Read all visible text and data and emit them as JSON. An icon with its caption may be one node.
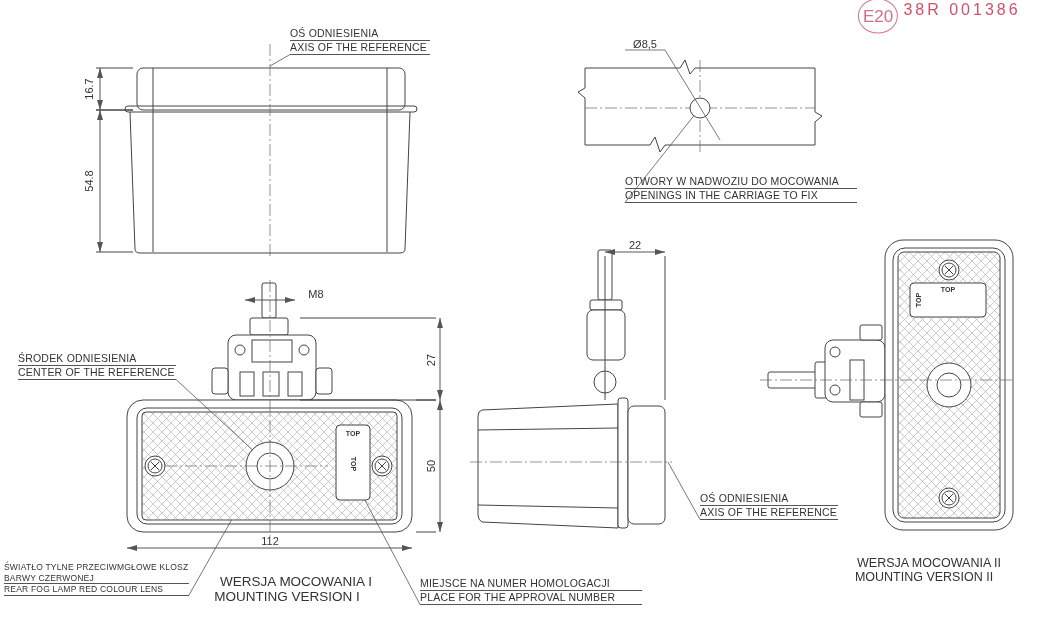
{
  "diagram": {
    "nodes": [
      {
        "text": [
          "OŚ ODNIESIENIA",
          "AXIS OF THE REFERENCE"
        ]
      },
      {
        "text": [
          "OTWORY W NADWOZIU DO MOCOWANIA",
          "OPENINGS IN THE CARRIAGE TO FIX"
        ]
      },
      {
        "text": [
          "ŚRODEK ODNIESIENIA",
          "CENTER OF THE REFERENCE"
        ]
      },
      {
        "text": [
          "ŚWIATŁO TYLNE PRZECIWMGŁOWE KLOSZ BARWY CZERWONEJ",
          "REAR FOG LAMP RED COLOUR LENS"
        ]
      },
      {
        "text": [
          "MIEJSCE NA NUMER HOMOLOGACJI",
          "PLACE FOR THE APPROVAL NUMBER"
        ]
      },
      {
        "text": [
          "OŚ ODNIESIENIA",
          "AXIS OF THE REFERENCE"
        ]
      },
      {
        "text": [],
        "shape": "line"
      },
      {
        "text": [],
        "shape": "circle"
      },
      {
        "text": [],
        "shape": "box"
      },
      {
        "text": [],
        "shape": "circle",
        "in": 8
      },
      {
        "text": [],
        "shape": "box",
        "in": 8
      },
      {
        "text": [],
        "shape": "line"
      }
    ],
    "edges": [
      {
        "from": 0,
        "to": 6,
        "arrow": "none"
      },
      {
        "from": 1,
        "to": 7,
        "arrow": "none"
      },
      {
        "from": 2,
        "to": 9,
        "arrow": "none"
      },
      {
        "from": 3,
        "to": 8,
        "arrow": "none"
      },
      {
        "from": 4,
        "to": 10,
        "arrow": "none"
      },
      {
        "from": 5,
        "to": 11,
        "arrow": "none"
      }
    ],
    "labels": [
      "E20",
      "38R 001386",
      "16.7",
      "54.8",
      "Ø8,5",
      "M8",
      "27",
      "TOP",
      "TOP",
      "50",
      "112",
      "22",
      "TOP",
      "TOP",
      "WERSJA MOCOWANIA I",
      "MOUNTING VERSION I",
      "WERSJA MOCOWANIA II",
      "MOUNTING VERSION II"
    ]
  }
}
